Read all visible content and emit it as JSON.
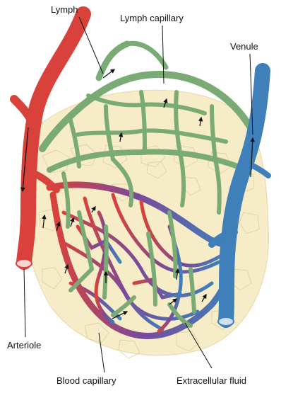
{
  "labels": {
    "lymph": "Lymph",
    "lymph_capillary": "Lymph capillary",
    "venule": "Venule",
    "arteriole": "Arteriole",
    "blood_capillary": "Blood capillary",
    "extracellular_fluid": "Extracellular fluid"
  },
  "colors": {
    "arteriole": "#d9423a",
    "venule": "#3f7fba",
    "lymph": "#7bab74",
    "capillary_mid": "#7a4a9a",
    "tissue": "#f6edc8",
    "cell_outline": "#d8c9a0",
    "leader_line": "#111111"
  }
}
